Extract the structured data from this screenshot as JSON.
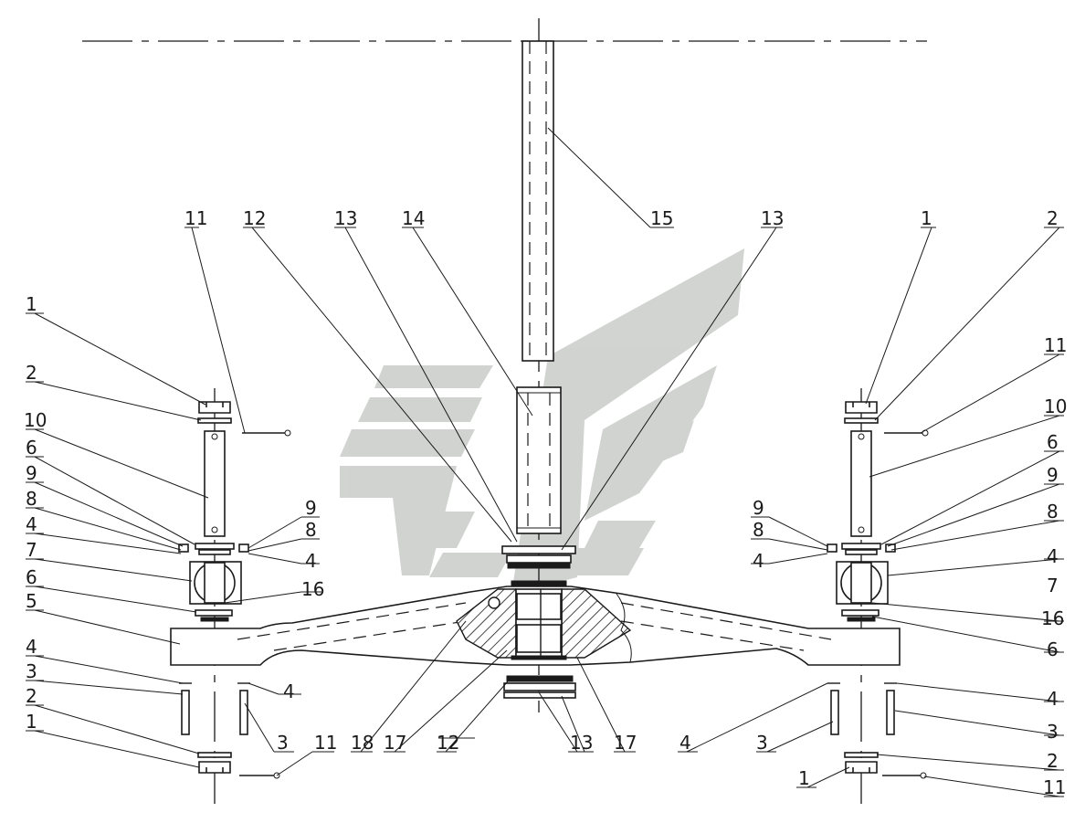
{
  "drawing": {
    "watermark_color": "#c9ccc9",
    "line_color": "#1a1a1a",
    "callouts": [
      {
        "label": "15"
      },
      {
        "label": "11"
      },
      {
        "label": "12"
      },
      {
        "label": "13"
      },
      {
        "label": "14"
      },
      {
        "label": "13"
      },
      {
        "label": "1"
      },
      {
        "label": "2"
      },
      {
        "label": "1"
      },
      {
        "label": "2"
      },
      {
        "label": "11"
      },
      {
        "label": "10"
      },
      {
        "label": "10"
      },
      {
        "label": "6"
      },
      {
        "label": "6"
      },
      {
        "label": "9"
      },
      {
        "label": "9"
      },
      {
        "label": "8"
      },
      {
        "label": "8"
      },
      {
        "label": "4"
      },
      {
        "label": "9"
      },
      {
        "label": "8"
      },
      {
        "label": "4"
      },
      {
        "label": "7"
      },
      {
        "label": "16"
      },
      {
        "label": "9"
      },
      {
        "label": "8"
      },
      {
        "label": "4"
      },
      {
        "label": "4"
      },
      {
        "label": "7"
      },
      {
        "label": "6"
      },
      {
        "label": "5"
      },
      {
        "label": "16"
      },
      {
        "label": "6"
      },
      {
        "label": "4"
      },
      {
        "label": "3"
      },
      {
        "label": "4"
      },
      {
        "label": "3"
      },
      {
        "label": "2"
      },
      {
        "label": "1"
      },
      {
        "label": "11"
      },
      {
        "label": "18"
      },
      {
        "label": "17"
      },
      {
        "label": "12"
      },
      {
        "label": "13"
      },
      {
        "label": "17"
      },
      {
        "label": "4"
      },
      {
        "label": "3"
      },
      {
        "label": "4"
      },
      {
        "label": "3"
      },
      {
        "label": "2"
      },
      {
        "label": "1"
      },
      {
        "label": "11"
      }
    ]
  }
}
